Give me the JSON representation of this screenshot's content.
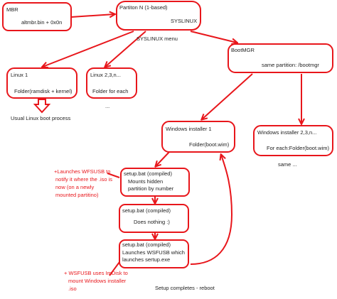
{
  "colors": {
    "stroke": "#e8161b",
    "text": "#222222",
    "note": "#e8161b",
    "background": "#ffffff"
  },
  "nodes": {
    "mbr": {
      "title": "MBR",
      "body": "altmbr.bin + 0x0n"
    },
    "partition": {
      "title": "Partiton N (1-based)",
      "body": "SYSLINUX"
    },
    "linux1": {
      "title": "Linux 1",
      "body": "Folder(ramdisk + kernel)"
    },
    "linuxn": {
      "title": "Linux 2,3,n...",
      "body": "Folder for each"
    },
    "bootmgr": {
      "title": "BootMGR",
      "body": "same partition: /bootmgr"
    },
    "win1": {
      "title": "Windows installer 1",
      "body": "Folder(boot.wim)"
    },
    "winn": {
      "title": "Windows installer 2,3,n...",
      "body": "For each:Folder(boot.wim)"
    },
    "setup1": {
      "title": "setup.bat (compiled)",
      "lines": [
        "Mounts hidden",
        "partition by number"
      ]
    },
    "setup2": {
      "title": "setup.bat (compiled)",
      "body": "Does nothing :)"
    },
    "setup3": {
      "title": "setup.bat (compiled)",
      "lines": [
        "Launches WSFUSB which",
        "launches sertup.exe"
      ]
    }
  },
  "labels": {
    "syslinux_menu": "SYSLINUX menu",
    "usual_boot": "Usual Linux boot process",
    "ellipsis": "...",
    "same": "same ...",
    "setup_completes": "Setup completes - reboot"
  },
  "notes": {
    "launches": [
      "+Launches WFSUSB to",
      "notify it where the .iso is",
      "now (on a newly",
      "mounted partitino)"
    ],
    "imdisk": [
      "+ WSFUSB uses ImDisk to",
      "mount Windows installer",
      ".iso"
    ]
  }
}
